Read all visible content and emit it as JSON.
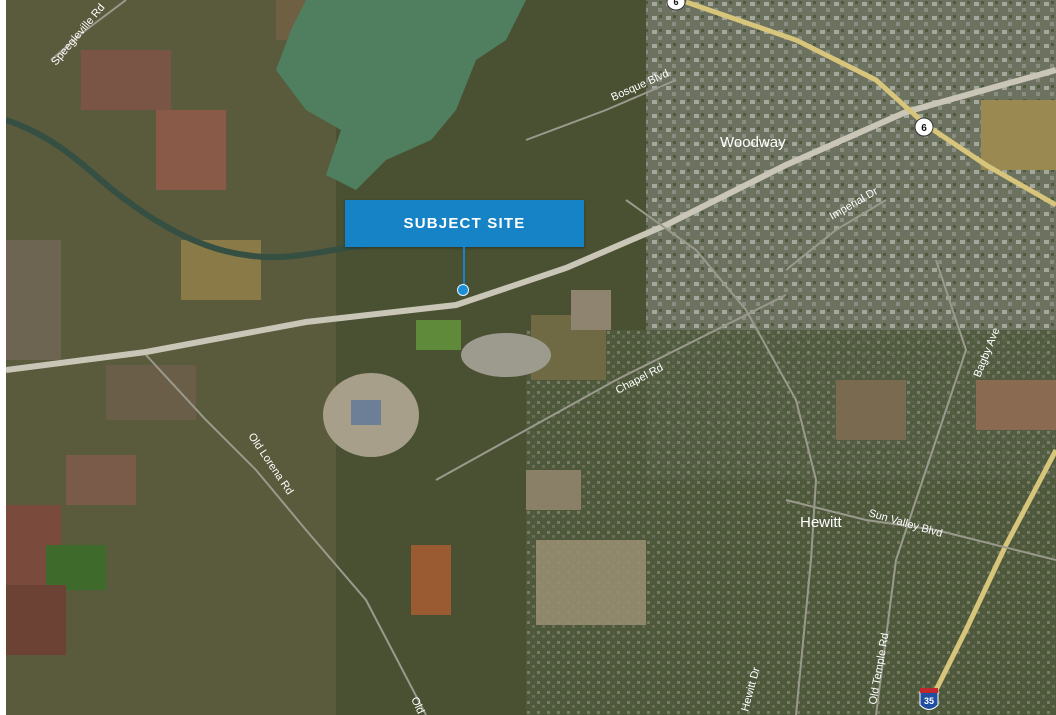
{
  "callout": {
    "label": "SUBJECT SITE"
  },
  "places": {
    "woodway": "Woodway",
    "hewitt": "Hewitt"
  },
  "roads": {
    "speegleville": "Speegleville Rd",
    "bosque": "Bosque Blvd",
    "imperial": "Imperial Dr",
    "chapel": "Chapel Rd",
    "bagby": "Bagby Ave",
    "sun_valley": "Sun Valley Blvd",
    "old_lorena": "Old Lorena Rd",
    "hewitt_dr": "Hewitt Dr",
    "old_temple": "Old Temple Rd",
    "old_bottom": "Old"
  },
  "shields": {
    "state_6": "6",
    "state_6_top": "6",
    "interstate": "35"
  },
  "colors": {
    "callout": "#1583c6",
    "water": "#4f7f5f",
    "highway": "#d6c57a"
  }
}
